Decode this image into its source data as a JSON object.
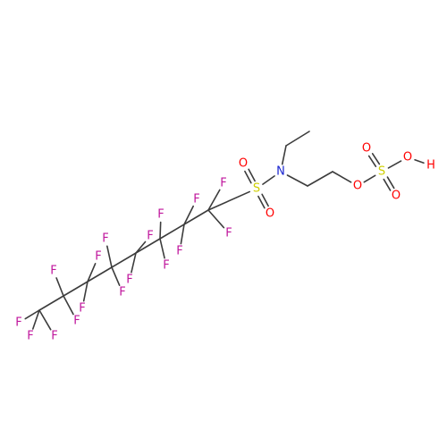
{
  "molecule": {
    "colors": {
      "bond": "#3c3c3c",
      "F": "#c0169c",
      "O": "#ff0000",
      "N": "#1a25d0",
      "S": "#cfcf00",
      "H": "#ff0000"
    },
    "atoms": [
      {
        "id": "c1",
        "el": "C"
      },
      {
        "id": "c2",
        "el": "C"
      },
      {
        "id": "c3",
        "el": "C"
      },
      {
        "id": "c4",
        "el": "C"
      },
      {
        "id": "c5",
        "el": "C"
      },
      {
        "id": "c6",
        "el": "C"
      },
      {
        "id": "c7",
        "el": "C"
      },
      {
        "id": "c8",
        "el": "C"
      },
      {
        "id": "s1",
        "el": "S",
        "label": "S"
      },
      {
        "id": "o1",
        "el": "O",
        "label": "O"
      },
      {
        "id": "o2",
        "el": "O",
        "label": "O"
      },
      {
        "id": "n1",
        "el": "N",
        "label": "N"
      },
      {
        "id": "e1",
        "el": "C"
      },
      {
        "id": "e2",
        "el": "C"
      },
      {
        "id": "m1",
        "el": "C"
      },
      {
        "id": "m2",
        "el": "C"
      },
      {
        "id": "o3",
        "el": "O",
        "label": "O"
      },
      {
        "id": "s2",
        "el": "S",
        "label": "S"
      },
      {
        "id": "o4",
        "el": "O",
        "label": "O"
      },
      {
        "id": "o5",
        "el": "O",
        "label": "O"
      },
      {
        "id": "o6",
        "el": "O",
        "label": "O"
      },
      {
        "id": "h1",
        "el": "H",
        "label": "H"
      },
      {
        "id": "f1",
        "el": "F",
        "label": "F"
      },
      {
        "id": "f2",
        "el": "F",
        "label": "F"
      },
      {
        "id": "f3",
        "el": "F",
        "label": "F"
      },
      {
        "id": "f4",
        "el": "F",
        "label": "F"
      },
      {
        "id": "f5",
        "el": "F",
        "label": "F"
      },
      {
        "id": "f6",
        "el": "F",
        "label": "F"
      },
      {
        "id": "f7",
        "el": "F",
        "label": "F"
      },
      {
        "id": "f8",
        "el": "F",
        "label": "F"
      },
      {
        "id": "f9",
        "el": "F",
        "label": "F"
      },
      {
        "id": "f10",
        "el": "F",
        "label": "F"
      },
      {
        "id": "f11",
        "el": "F",
        "label": "F"
      },
      {
        "id": "f12",
        "el": "F",
        "label": "F"
      },
      {
        "id": "f13",
        "el": "F",
        "label": "F"
      },
      {
        "id": "f14",
        "el": "F",
        "label": "F"
      },
      {
        "id": "f15",
        "el": "F",
        "label": "F"
      },
      {
        "id": "f16",
        "el": "F",
        "label": "F"
      },
      {
        "id": "f17",
        "el": "F",
        "label": "F"
      }
    ],
    "bonds": [
      {
        "a": "c1",
        "b": "c2",
        "order": 1
      },
      {
        "a": "c2",
        "b": "c3",
        "order": 1
      },
      {
        "a": "c3",
        "b": "c4",
        "order": 1
      },
      {
        "a": "c4",
        "b": "c5",
        "order": 1
      },
      {
        "a": "c5",
        "b": "c6",
        "order": 1
      },
      {
        "a": "c6",
        "b": "c7",
        "order": 1
      },
      {
        "a": "c7",
        "b": "c8",
        "order": 1
      },
      {
        "a": "c8",
        "b": "s1",
        "order": 1
      },
      {
        "a": "s1",
        "b": "o1",
        "order": 2
      },
      {
        "a": "s1",
        "b": "o2",
        "order": 2
      },
      {
        "a": "s1",
        "b": "n1",
        "order": 1
      },
      {
        "a": "n1",
        "b": "e1",
        "order": 1
      },
      {
        "a": "e1",
        "b": "e2",
        "order": 1
      },
      {
        "a": "n1",
        "b": "m1",
        "order": 1
      },
      {
        "a": "m1",
        "b": "m2",
        "order": 1
      },
      {
        "a": "m2",
        "b": "o3",
        "order": 1
      },
      {
        "a": "o3",
        "b": "s2",
        "order": 1
      },
      {
        "a": "s2",
        "b": "o4",
        "order": 2
      },
      {
        "a": "s2",
        "b": "o5",
        "order": 2
      },
      {
        "a": "s2",
        "b": "o6",
        "order": 1
      },
      {
        "a": "o6",
        "b": "h1",
        "order": 1
      },
      {
        "a": "c1",
        "b": "f1",
        "order": 1
      },
      {
        "a": "c1",
        "b": "f2",
        "order": 1
      },
      {
        "a": "c1",
        "b": "f3",
        "order": 1
      },
      {
        "a": "c2",
        "b": "f4",
        "order": 1
      },
      {
        "a": "c2",
        "b": "f5",
        "order": 1
      },
      {
        "a": "c3",
        "b": "f6",
        "order": 1
      },
      {
        "a": "c3",
        "b": "f7",
        "order": 1
      },
      {
        "a": "c4",
        "b": "f8",
        "order": 1
      },
      {
        "a": "c4",
        "b": "f9",
        "order": 1
      },
      {
        "a": "c5",
        "b": "f10",
        "order": 1
      },
      {
        "a": "c5",
        "b": "f11",
        "order": 1
      },
      {
        "a": "c6",
        "b": "f12",
        "order": 1
      },
      {
        "a": "c6",
        "b": "f13",
        "order": 1
      },
      {
        "a": "c7",
        "b": "f14",
        "order": 1
      },
      {
        "a": "c7",
        "b": "f15",
        "order": 1
      },
      {
        "a": "c8",
        "b": "f16",
        "order": 1
      },
      {
        "a": "c8",
        "b": "f17",
        "order": 1
      }
    ]
  }
}
